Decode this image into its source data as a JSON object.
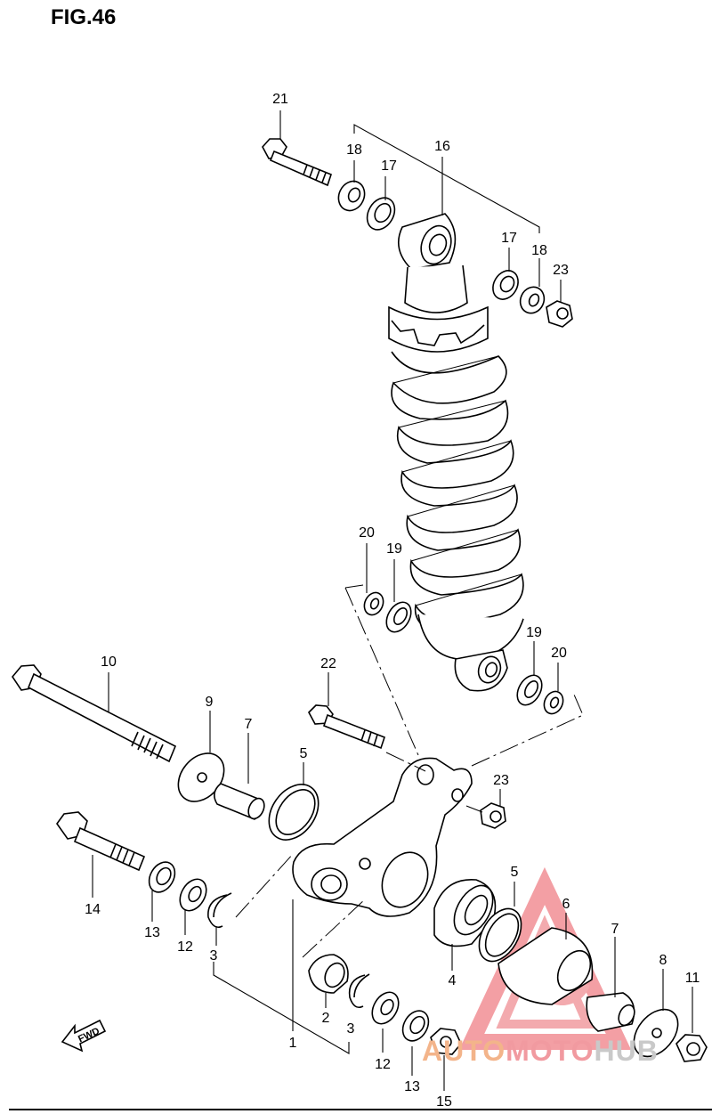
{
  "figure": {
    "title": "FIG.46"
  },
  "watermark": {
    "part1": "AUTO",
    "part2": "MOTO",
    "part3": "HUB"
  },
  "fwd_label": "FWD",
  "callouts": [
    "21",
    "18",
    "17",
    "16",
    "17",
    "18",
    "23",
    "20",
    "19",
    "19",
    "20",
    "10",
    "9",
    "7",
    "5",
    "22",
    "23",
    "14",
    "13",
    "12",
    "3",
    "5",
    "6",
    "7",
    "8",
    "11",
    "4",
    "2",
    "3",
    "1",
    "12",
    "13",
    "15"
  ]
}
